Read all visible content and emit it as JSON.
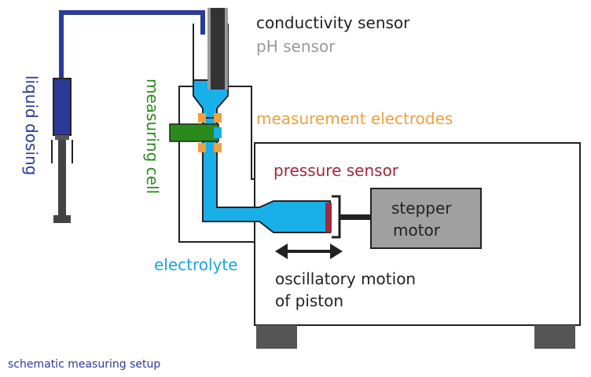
{
  "labels": {
    "conductivity_sensor": "conductivity sensor",
    "ph_sensor": "pH sensor",
    "measurement_electrodes": "measurement electrodes",
    "pressure_sensor": "pressure sensor",
    "stepper_motor_line1": "stepper",
    "stepper_motor_line2": "motor",
    "electrolyte": "electrolyte",
    "oscillatory_line1": "oscillatory motion",
    "oscillatory_line2": "of piston",
    "liquid_dosing": "liquid dosing",
    "measuring_cell": "measuring cell"
  },
  "caption": "schematic measuring setup",
  "colors": {
    "dark_text": "#222222",
    "ph_gray": "#9a9a9a",
    "orange": "#f0a03c",
    "crimson": "#a3283a",
    "blue_label": "#1aa3df",
    "electrolyte": "#19b0ea",
    "navy": "#2b3a98",
    "green": "#2a8a1c",
    "motor_fill": "#a0a0a0",
    "feet": "#555555"
  }
}
